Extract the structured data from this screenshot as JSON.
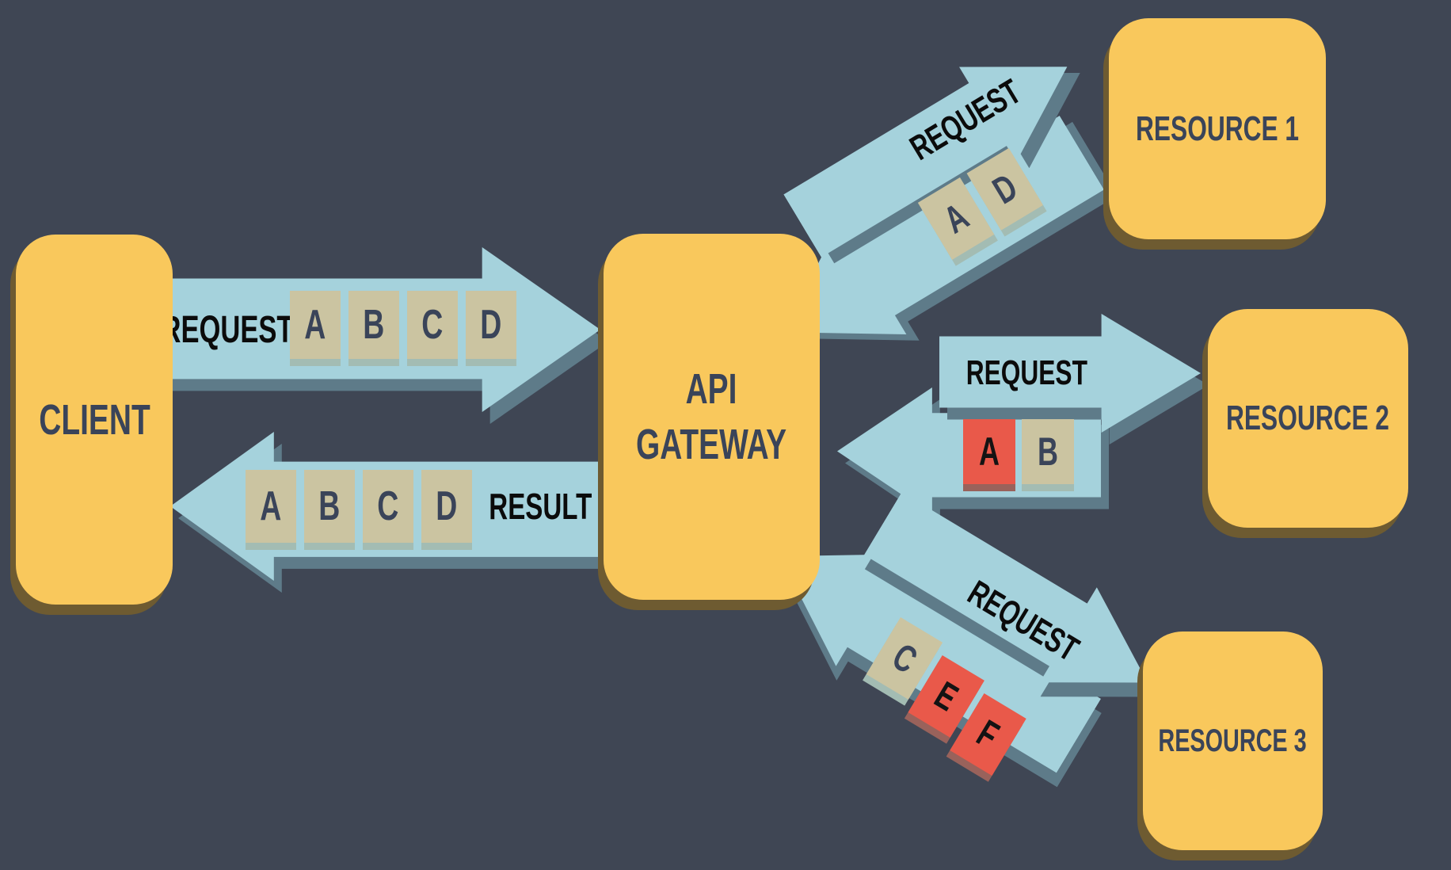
{
  "colors": {
    "background": "#3F4654",
    "box": "#F9C85C",
    "box_shadow": "#6E5B31",
    "box_text": "#3A4459",
    "arrow": "#A5D2DC",
    "arrow_shadow": "#5E7B89",
    "tile_tan": "#CBC4A1",
    "tile_red": "#E9594A",
    "tile_letter": "#3A4459",
    "tan_strip": "#A3BCB3",
    "red_strip": "#99625B",
    "label": "#0B0B0B"
  },
  "nodes": {
    "client": {
      "label": "CLIENT"
    },
    "gateway": {
      "line1": "API",
      "line2": "GATEWAY"
    },
    "resource1": {
      "label": "RESOURCE 1"
    },
    "resource2": {
      "label": "RESOURCE 2"
    },
    "resource3": {
      "label": "RESOURCE 3"
    }
  },
  "client_request": {
    "label": "REQUEST",
    "tokens": [
      {
        "letter": "A",
        "variant": "tan"
      },
      {
        "letter": "B",
        "variant": "tan"
      },
      {
        "letter": "C",
        "variant": "tan"
      },
      {
        "letter": "D",
        "variant": "tan"
      }
    ]
  },
  "client_result": {
    "label": "RESULT",
    "tokens": [
      {
        "letter": "A",
        "variant": "tan"
      },
      {
        "letter": "B",
        "variant": "tan"
      },
      {
        "letter": "C",
        "variant": "tan"
      },
      {
        "letter": "D",
        "variant": "tan"
      }
    ]
  },
  "resource1_link": {
    "request_label": "REQUEST",
    "return_tokens": [
      {
        "letter": "A",
        "variant": "tan"
      },
      {
        "letter": "D",
        "variant": "tan"
      }
    ]
  },
  "resource2_link": {
    "request_label": "REQUEST",
    "return_tokens": [
      {
        "letter": "A",
        "variant": "red"
      },
      {
        "letter": "B",
        "variant": "tan"
      }
    ]
  },
  "resource3_link": {
    "request_label": "REQUEST",
    "return_tokens": [
      {
        "letter": "C",
        "variant": "tan"
      },
      {
        "letter": "E",
        "variant": "red"
      },
      {
        "letter": "F",
        "variant": "red"
      }
    ]
  }
}
